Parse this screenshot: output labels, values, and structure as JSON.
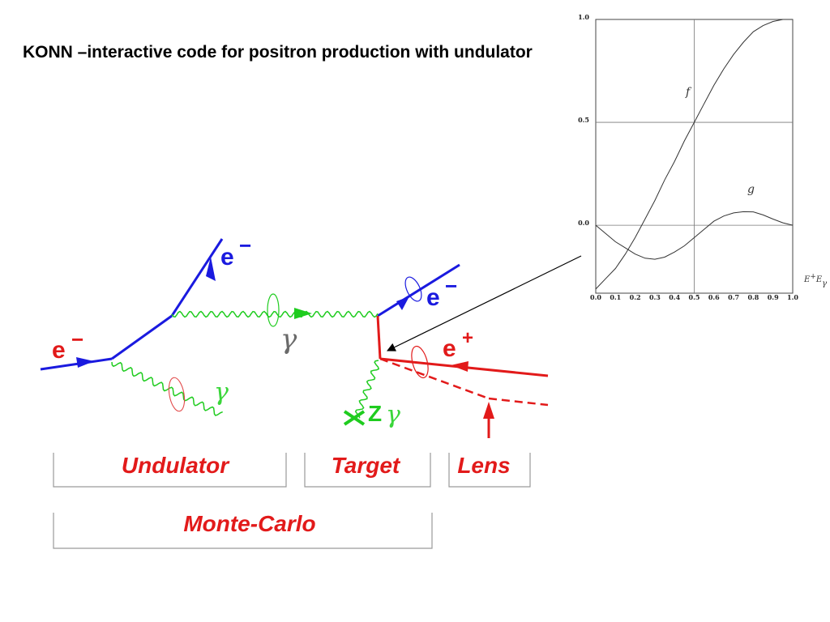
{
  "title": "KONN –interactive code for positron production with undulator",
  "diagram": {
    "colors": {
      "electron": "#1a1adf",
      "photon": "#1fcc1f",
      "positron": "#e21a1a",
      "box": "#9a9a9a"
    },
    "labels": {
      "electron_in": "e",
      "electron_in_sign": "−",
      "electron_out_undulator": "e",
      "electron_out_undulator_sign": "−",
      "electron_out_target": "e",
      "electron_out_target_sign": "−",
      "positron": "e",
      "positron_sign": "+",
      "gamma_undulator": "γ",
      "gamma_lower": "γ",
      "z": "Z",
      "gamma_target": "γ"
    },
    "boxes": {
      "undulator": "Undulator",
      "target": "Target",
      "lens": "Lens",
      "montecarlo": "Monte-Carlo"
    }
  },
  "chart_data": {
    "type": "line",
    "x_ticks": [
      "0.0",
      "0.1",
      "0.2",
      "0.3",
      "0.4",
      "0.5",
      "0.6",
      "0.7",
      "0.8",
      "0.9",
      "1.0"
    ],
    "y_ticks": [
      "1.0",
      "0.5",
      "0.0"
    ],
    "xlim": [
      0,
      1
    ],
    "ylim": [
      -0.33,
      1.0
    ],
    "xlabel": "E",
    "xlabel_sup": "+",
    "xlabel_tail": "E",
    "xlabel_sub": "γ",
    "grid": {
      "x": [
        0.5
      ],
      "y": [
        0.5,
        0.0
      ]
    },
    "series": [
      {
        "name": "f",
        "x": [
          0,
          0.05,
          0.1,
          0.15,
          0.2,
          0.25,
          0.3,
          0.35,
          0.4,
          0.45,
          0.5,
          0.55,
          0.6,
          0.65,
          0.7,
          0.75,
          0.8,
          0.85,
          0.9,
          0.95,
          1.0
        ],
        "y": [
          -0.31,
          -0.26,
          -0.21,
          -0.14,
          -0.06,
          0.03,
          0.12,
          0.22,
          0.31,
          0.41,
          0.5,
          0.59,
          0.68,
          0.76,
          0.83,
          0.89,
          0.94,
          0.97,
          0.99,
          1.0,
          1.0
        ]
      },
      {
        "name": "g",
        "x": [
          0,
          0.05,
          0.1,
          0.15,
          0.2,
          0.25,
          0.3,
          0.35,
          0.4,
          0.45,
          0.5,
          0.55,
          0.6,
          0.65,
          0.7,
          0.75,
          0.8,
          0.85,
          0.9,
          0.95,
          1.0
        ],
        "y": [
          0.0,
          -0.04,
          -0.08,
          -0.11,
          -0.14,
          -0.16,
          -0.165,
          -0.155,
          -0.13,
          -0.1,
          -0.06,
          -0.02,
          0.02,
          0.045,
          0.06,
          0.066,
          0.065,
          0.05,
          0.03,
          0.012,
          0.0
        ]
      }
    ]
  }
}
